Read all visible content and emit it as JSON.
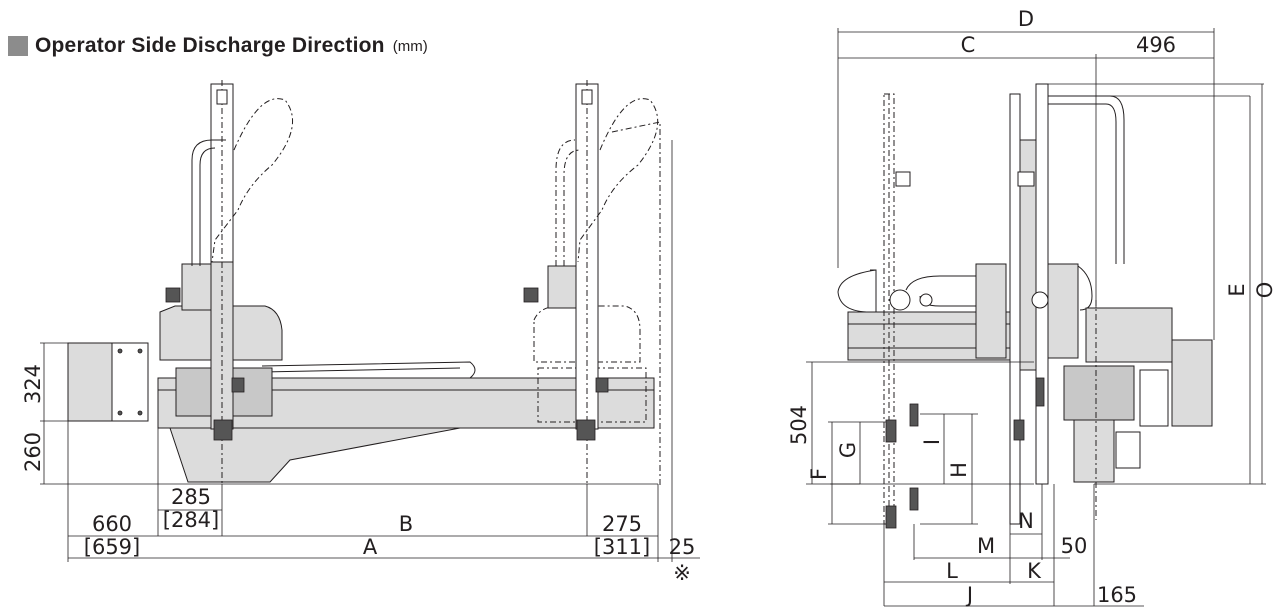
{
  "header": {
    "title": "Operator Side Discharge Direction",
    "unit": "(mm)"
  },
  "colors": {
    "line": "#231f20",
    "body_fill": "#dcdcdc",
    "title_square": "#8c8c8c"
  },
  "front_view": {
    "heights": {
      "h324": "324",
      "h260": "260"
    },
    "widths": {
      "w285": "285",
      "w284": "[284]",
      "w660": "660",
      "w659": "[659]",
      "B": "B",
      "A": "A",
      "w275": "275",
      "w311": "[311]",
      "w25": "25",
      "note": "※"
    }
  },
  "side_view": {
    "top": {
      "D": "D",
      "C": "C",
      "w496": "496"
    },
    "right": {
      "E": "E",
      "O": "O"
    },
    "left": {
      "h504": "504",
      "F": "F",
      "G": "G",
      "H": "H",
      "I": "I"
    },
    "bottom": {
      "N": "N",
      "M": "M",
      "w50": "50",
      "L": "L",
      "K": "K",
      "J": "J",
      "w165": "165"
    }
  }
}
